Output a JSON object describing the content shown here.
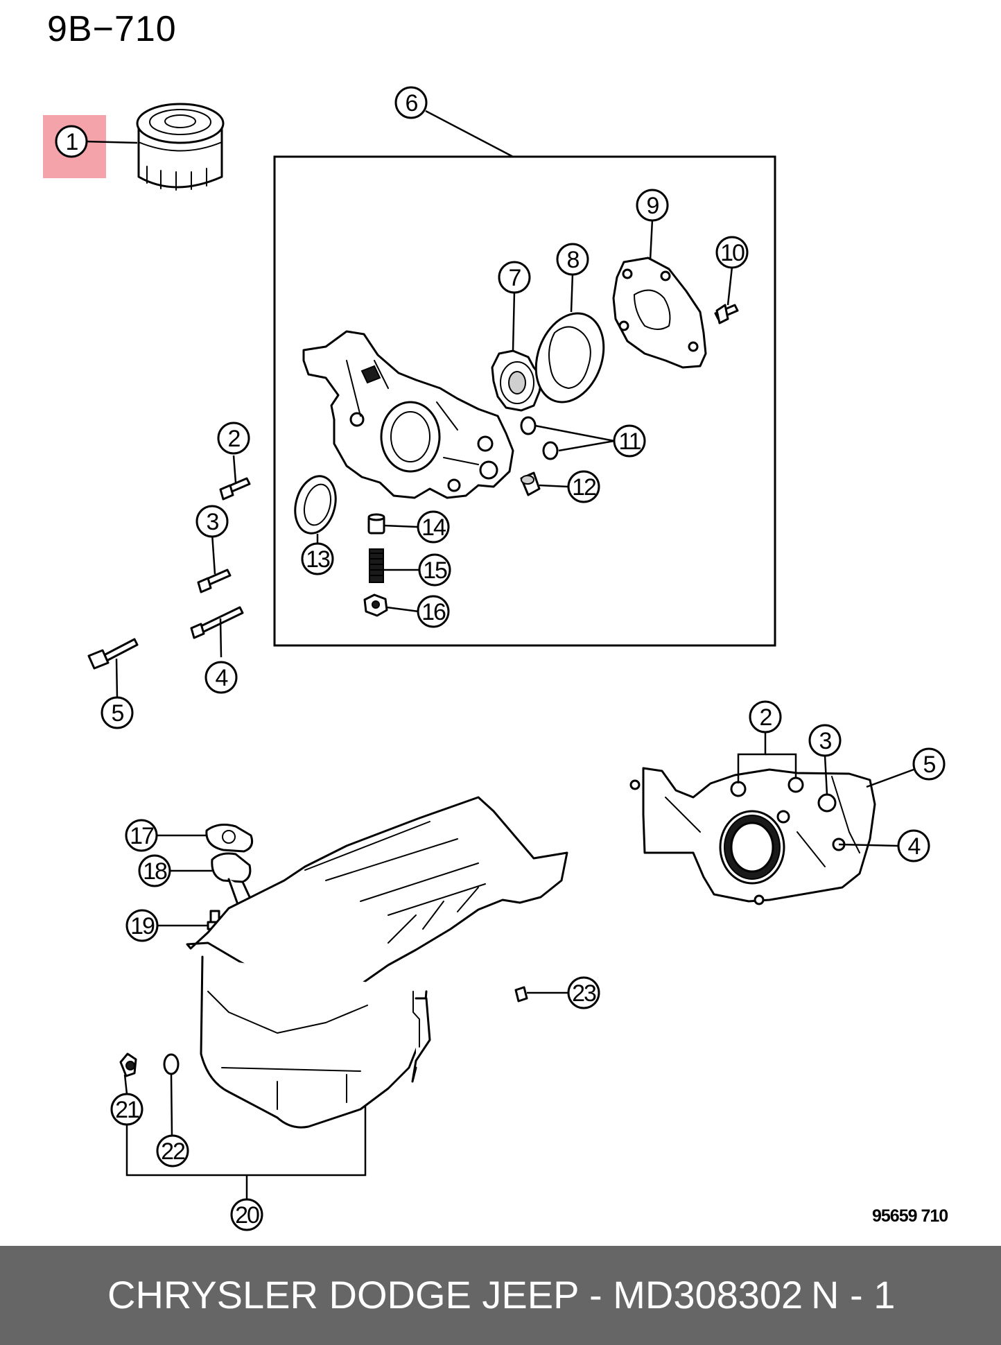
{
  "diagram_code": "9B−710",
  "drawing_number": "95659 710",
  "footer": {
    "part_line": "CHRYSLER DODGE JEEP - MD308302",
    "page": "N - 1"
  },
  "highlight_color": "#f4a3ab",
  "footer_bg_color": "#666666",
  "callouts": [
    {
      "id": "callout-1",
      "label": "1",
      "highlighted": true
    },
    {
      "id": "callout-2",
      "label": "2"
    },
    {
      "id": "callout-3",
      "label": "3"
    },
    {
      "id": "callout-4",
      "label": "4"
    },
    {
      "id": "callout-5",
      "label": "5"
    },
    {
      "id": "callout-6",
      "label": "6"
    },
    {
      "id": "callout-7",
      "label": "7"
    },
    {
      "id": "callout-8",
      "label": "8"
    },
    {
      "id": "callout-9",
      "label": "9"
    },
    {
      "id": "callout-10",
      "label": "10"
    },
    {
      "id": "callout-11",
      "label": "11"
    },
    {
      "id": "callout-12",
      "label": "12"
    },
    {
      "id": "callout-13",
      "label": "13"
    },
    {
      "id": "callout-14",
      "label": "14"
    },
    {
      "id": "callout-15",
      "label": "15"
    },
    {
      "id": "callout-16",
      "label": "16"
    },
    {
      "id": "callout-17",
      "label": "17"
    },
    {
      "id": "callout-18",
      "label": "18"
    },
    {
      "id": "callout-19",
      "label": "19"
    },
    {
      "id": "callout-20",
      "label": "20"
    },
    {
      "id": "callout-21",
      "label": "21"
    },
    {
      "id": "callout-22",
      "label": "22"
    },
    {
      "id": "callout-23",
      "label": "23"
    },
    {
      "id": "callout-2b",
      "label": "2"
    },
    {
      "id": "callout-3b",
      "label": "3"
    },
    {
      "id": "callout-4b",
      "label": "4"
    },
    {
      "id": "callout-5b",
      "label": "5"
    }
  ]
}
